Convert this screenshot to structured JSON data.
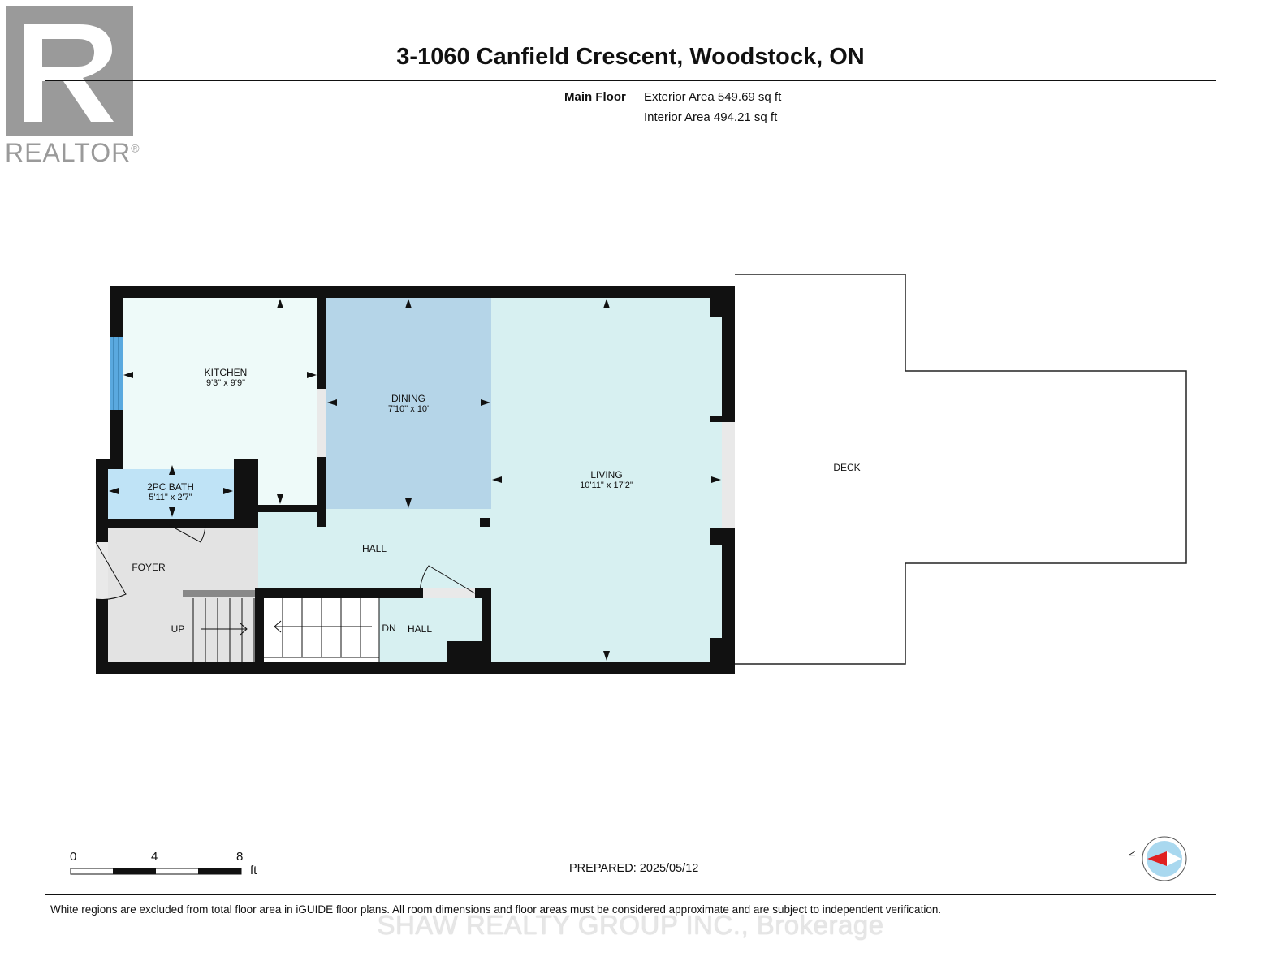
{
  "header": {
    "title": "3-1060 Canfield Crescent, Woodstock, ON",
    "logo_text": "REALTOR",
    "logo_mark": "®"
  },
  "floor_info": {
    "floor_name": "Main Floor",
    "exterior_area": "Exterior Area 549.69 sq ft",
    "interior_area": "Interior Area 494.21 sq ft"
  },
  "rooms": {
    "kitchen": {
      "name": "KITCHEN",
      "dims": "9'3\" x 9'9\""
    },
    "dining": {
      "name": "DINING",
      "dims": "7'10\" x 10'"
    },
    "living": {
      "name": "LIVING",
      "dims": "10'11\" x 17'2\""
    },
    "bath": {
      "name": "2PC BATH",
      "dims": "5'11\" x 2'7\""
    },
    "foyer": {
      "name": "FOYER"
    },
    "hall_main": {
      "name": "HALL"
    },
    "hall_lower": {
      "name": "HALL"
    },
    "deck": {
      "name": "DECK"
    },
    "stairs_up": "UP",
    "stairs_down": "DN"
  },
  "scale": {
    "labels": [
      "0",
      "4",
      "8"
    ],
    "unit": "ft"
  },
  "compass": {
    "label": "N",
    "icon": "compass-icon"
  },
  "footer": {
    "prepared": "PREPARED: 2025/05/12",
    "disclaimer": "White regions are excluded from total floor area in iGUIDE floor plans. All room dimensions and floor areas must be considered approximate and are subject to independent verification.",
    "brokerage": "SHAW REALTY GROUP INC., Brokerage"
  },
  "colors": {
    "kitchen": "#eefaf9",
    "dining": "#b5d5e8",
    "living": "#d7f0f1",
    "bath": "#bfe3f6",
    "foyer": "#e3e3e3",
    "wall": "#111111",
    "logo": "#9a9a9a",
    "compass_fill": "#a9d8ef",
    "compass_needle": "#e02020"
  }
}
